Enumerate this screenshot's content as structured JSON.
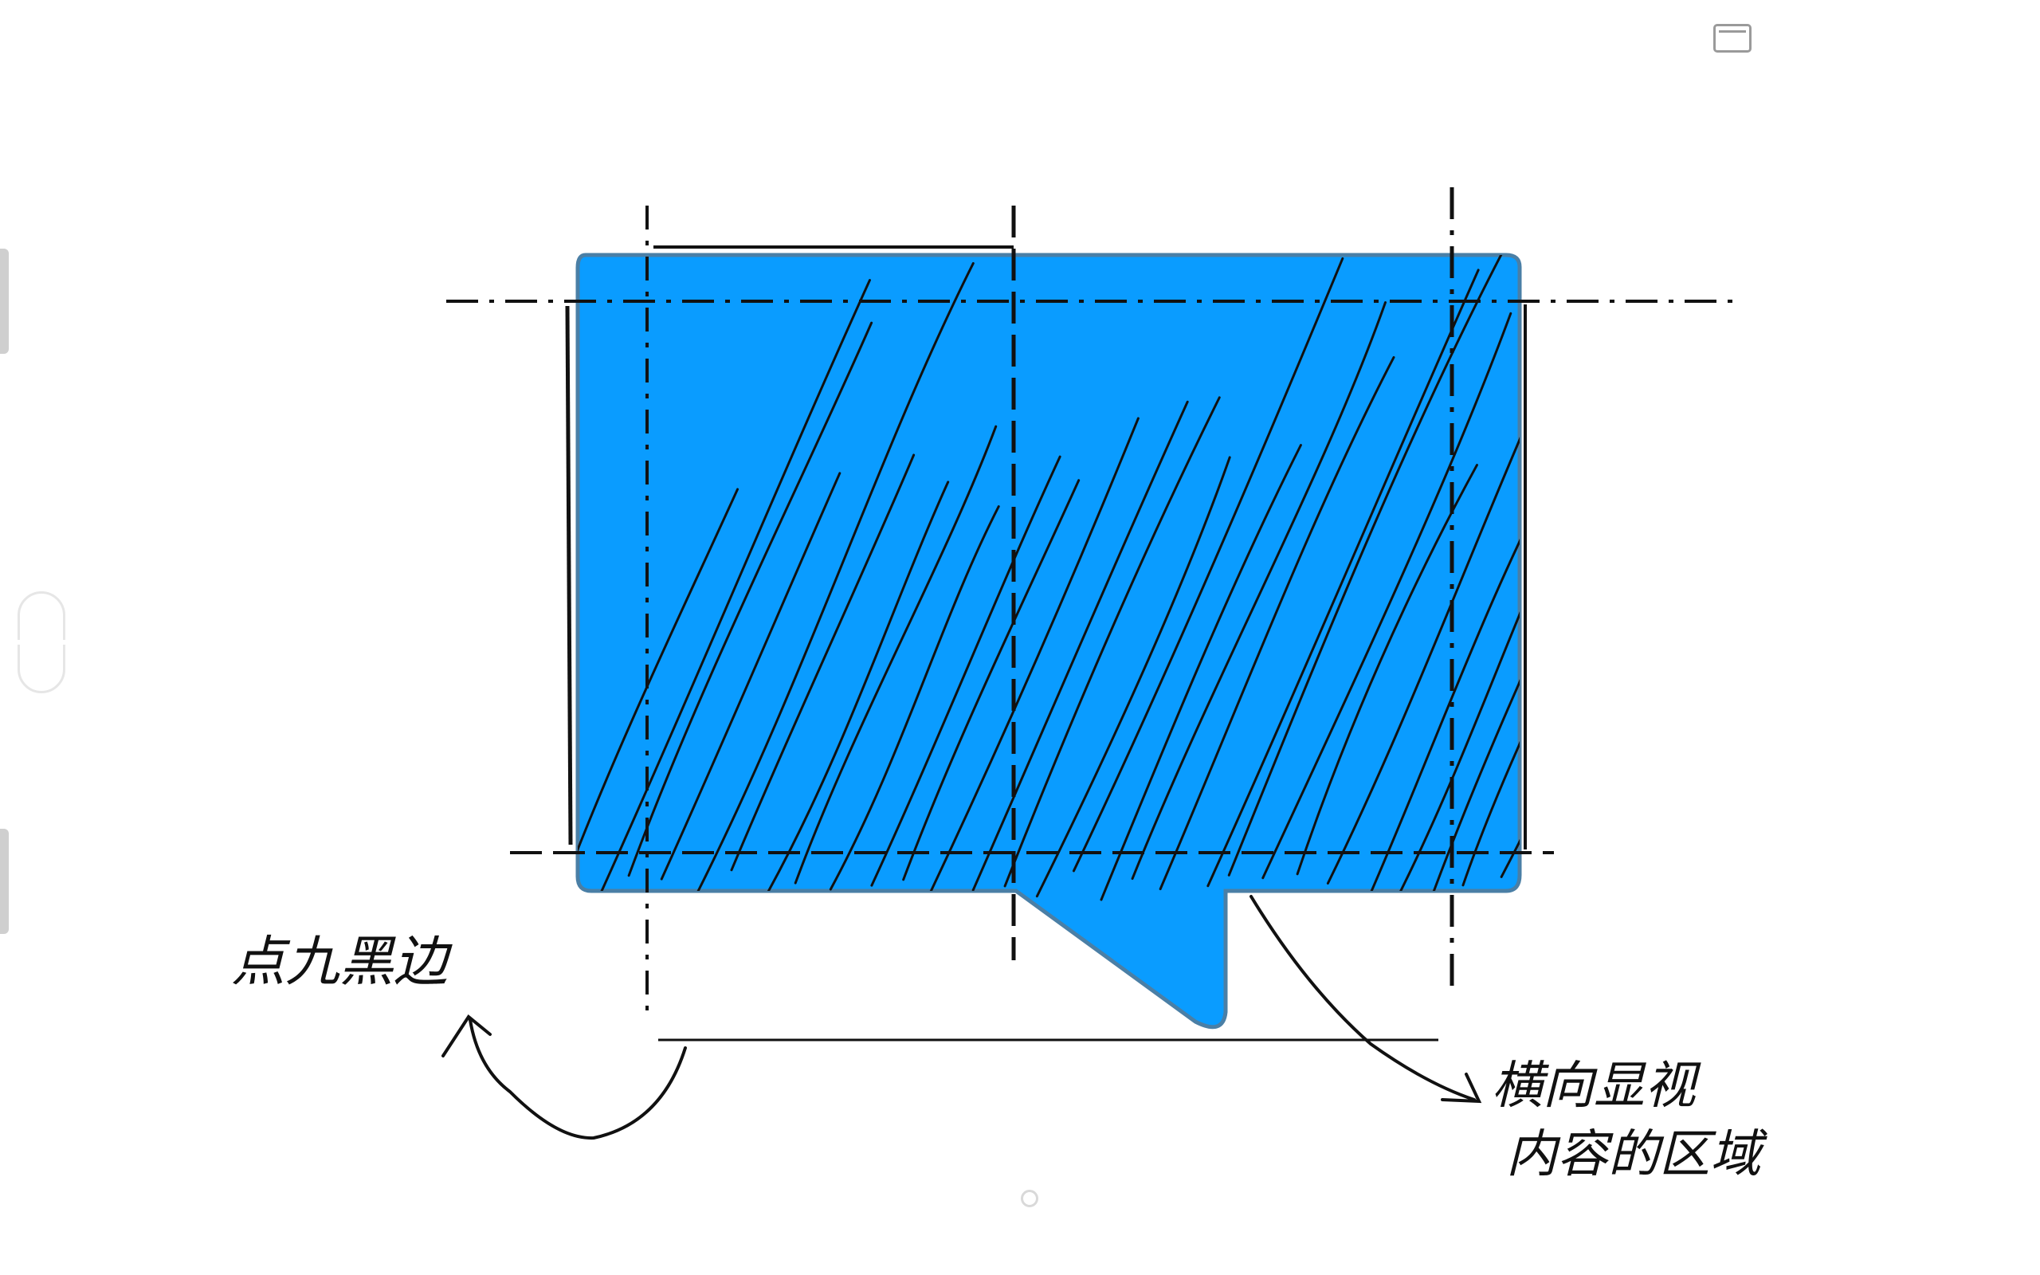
{
  "colors": {
    "bubble_fill": "#0a9cff",
    "bubble_edge": "#4a7fa6",
    "ink": "#111111",
    "chrome": "#9a9a9a"
  },
  "toolbar": {
    "fullscreen_icon": "fullscreen-toggle-icon"
  },
  "annotations": {
    "left_note": "点九黑边",
    "right_note_line1": "横向显视",
    "right_note_line2": "内容的区域"
  }
}
